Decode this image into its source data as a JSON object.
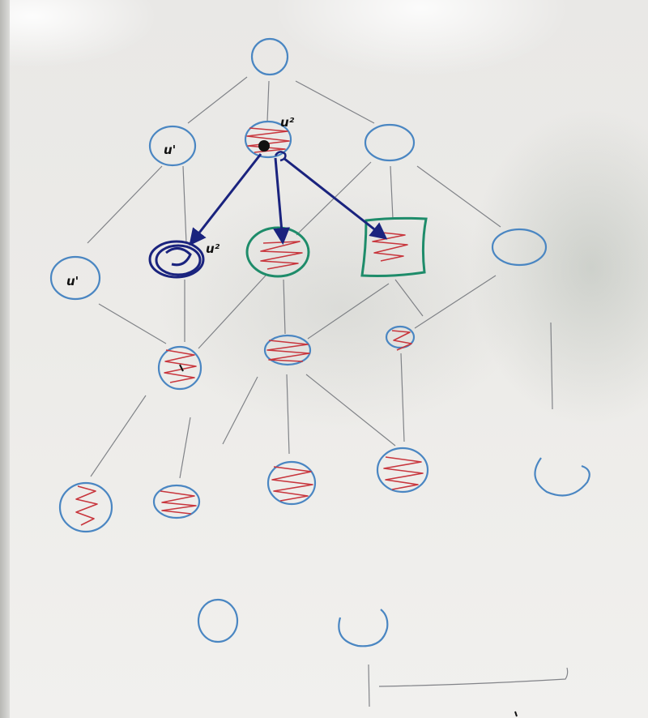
{
  "image": {
    "subject": "whiteboard",
    "colors": {
      "board": "#ecebe8",
      "blue_ink": "#4a86c2",
      "thin_line": "#6e7177",
      "red_ink": "#c8363d",
      "navy_ink": "#1a237e",
      "teal_ink": "#1e8c6a",
      "black_ink": "#111111"
    }
  },
  "labels": {
    "node_u1_top": "u'",
    "node_u2_top": "u²",
    "node_u1_left": "u'",
    "node_u2_left": "u²"
  }
}
